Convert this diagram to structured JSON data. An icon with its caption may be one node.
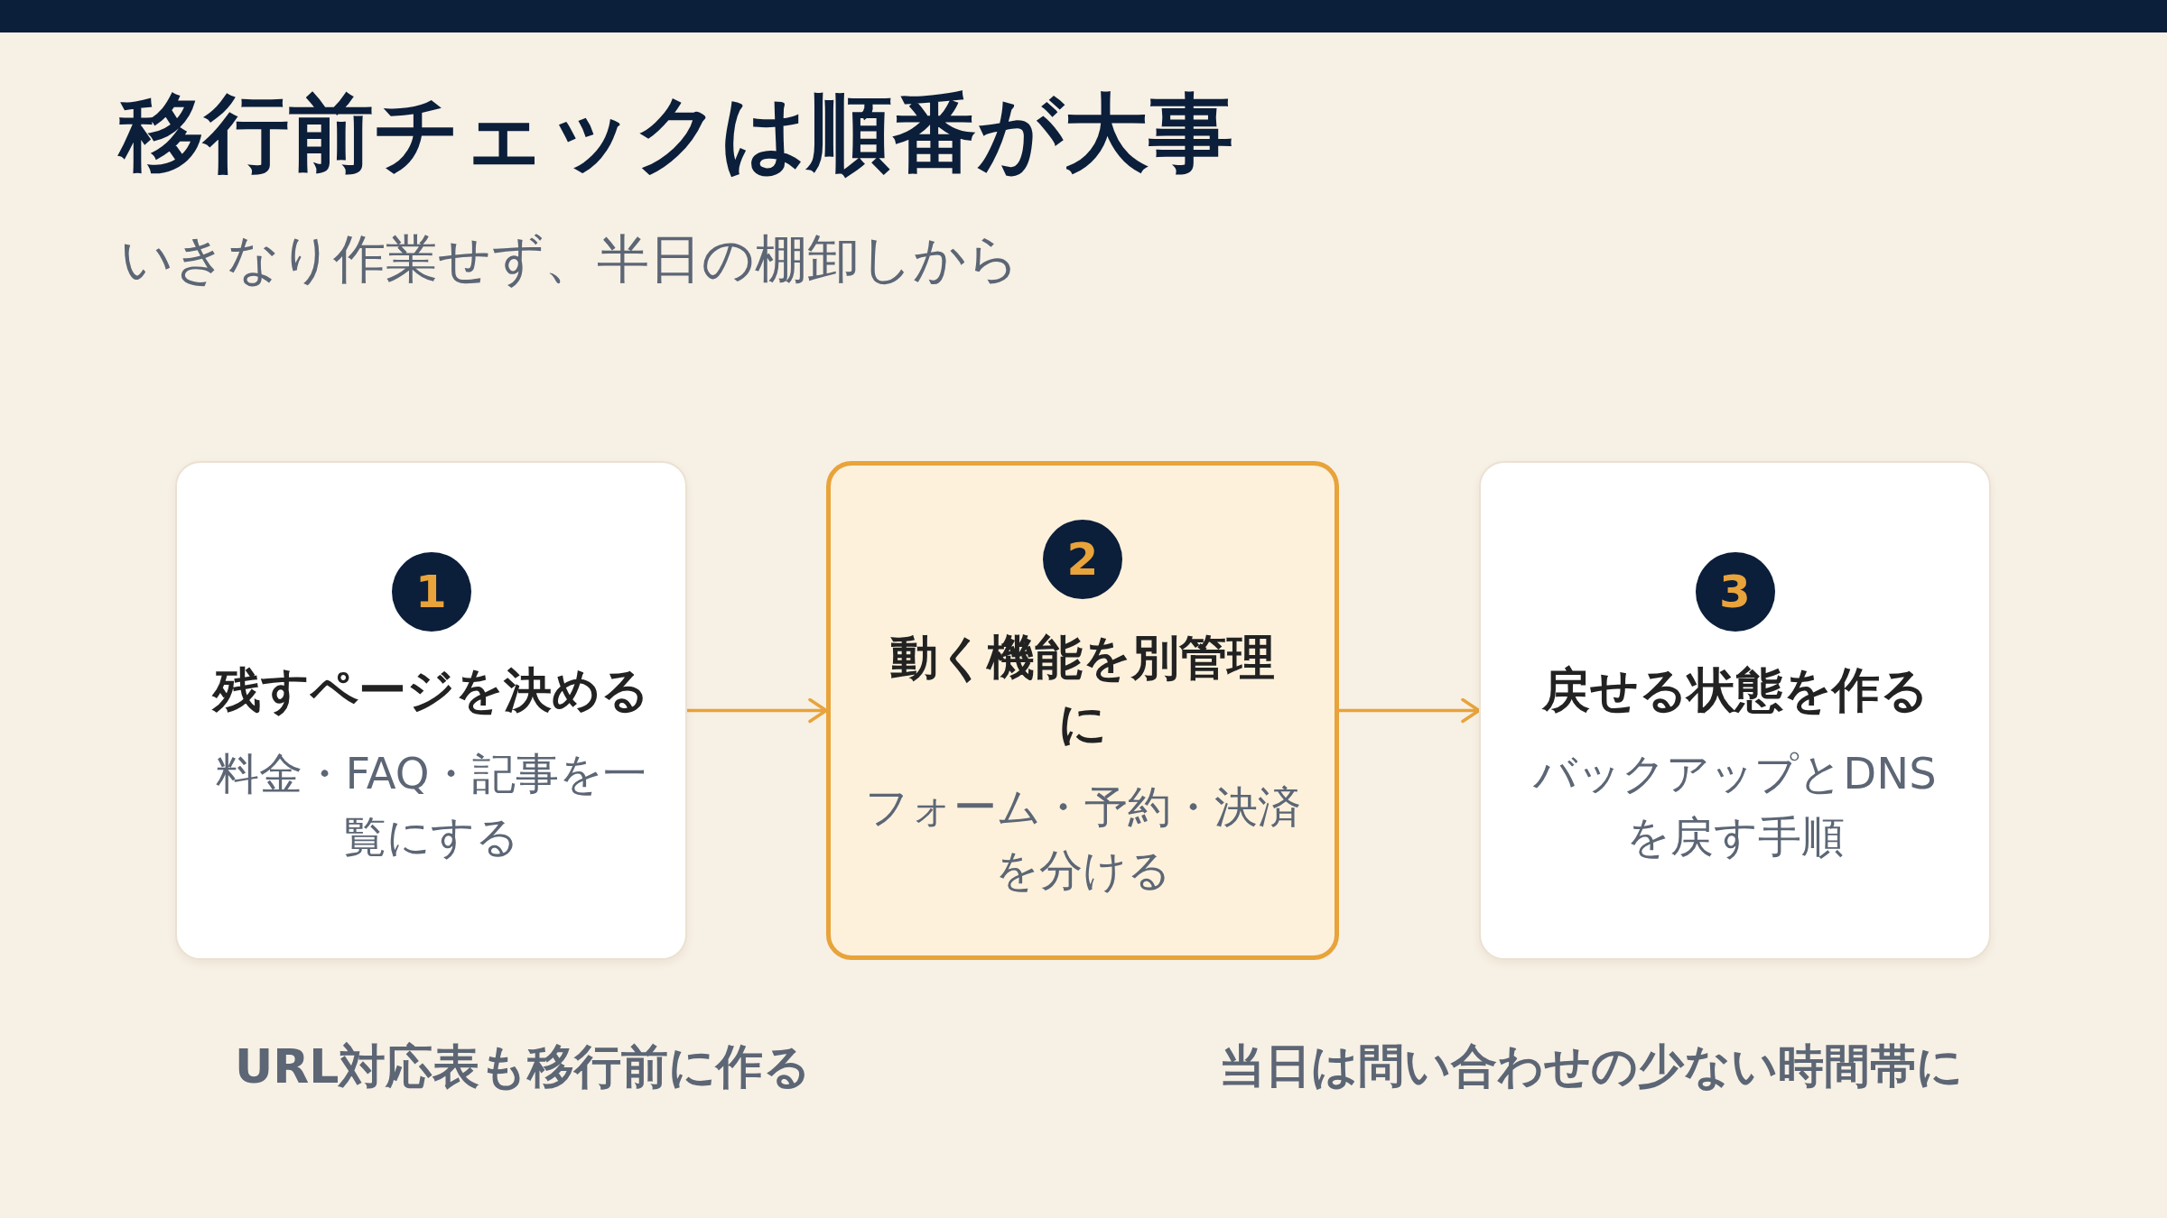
{
  "diagram": {
    "title": "移行前チェックは順番が大事",
    "nodes": [
      {
        "text": [
          "残すページを決める",
          "料金・FAQ・記事を一覧にする"
        ]
      },
      {
        "text": [
          "1"
        ],
        "in": 0
      },
      {
        "text": [
          "動く機能を別管理に",
          "フォーム・予約・決済を分ける"
        ]
      },
      {
        "text": [
          "2"
        ],
        "in": 2
      },
      {
        "text": [
          "戻せる状態を作る",
          "バックアップとDNSを戻す手順"
        ]
      },
      {
        "text": [
          "3"
        ],
        "in": 4
      }
    ],
    "edges": [
      {
        "from": 0,
        "to": 2,
        "arrow": "to"
      },
      {
        "from": 2,
        "to": 4,
        "arrow": "to"
      }
    ],
    "labels": [
      "いきなり作業せず、半日の棚卸しから",
      "URL対応表も移行前に作る",
      "当日は問い合わせの少ない時間帯に"
    ]
  }
}
